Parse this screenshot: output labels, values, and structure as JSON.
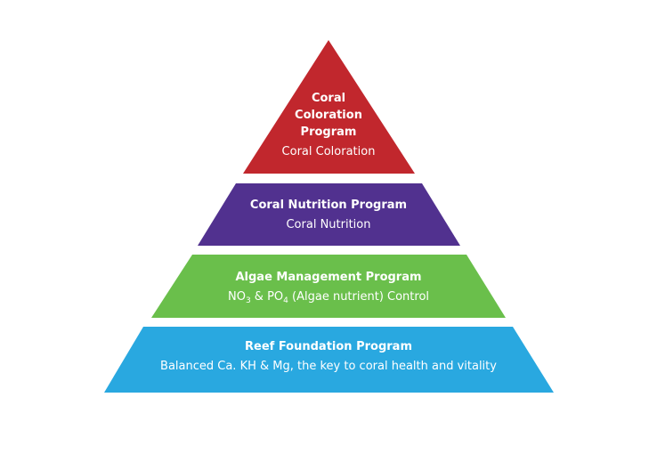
{
  "colors": {
    "top": "#c1272d",
    "second": "#51318f",
    "third": "#6abf4b",
    "base": "#29a8e0"
  },
  "levels": [
    {
      "title_lines": [
        "Coral",
        "Coloration",
        "Program"
      ],
      "subtitle": "Coral Coloration"
    },
    {
      "title": "Coral Nutrition Program",
      "subtitle": "Coral Nutrition"
    },
    {
      "title": "Algae Management Program",
      "subtitle_parts": {
        "a": "NO",
        "a_sub": "3",
        "b": " & PO",
        "b_sub": "4",
        "c": " (Algae nutrient) Control"
      }
    },
    {
      "title": "Reef Foundation Program",
      "subtitle": "Balanced Ca. KH & Mg, the key to coral health and vitality"
    }
  ]
}
